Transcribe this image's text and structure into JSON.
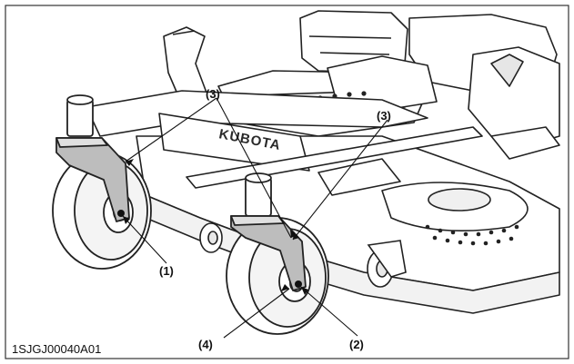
{
  "figure": {
    "id_label": "1SJGJ00040A01",
    "brand_text": "KUBOTA"
  },
  "callouts": {
    "c1": "(1)",
    "c2": "(2)",
    "c3_left": "(3)",
    "c3_right": "(3)",
    "c4": "(4)"
  }
}
